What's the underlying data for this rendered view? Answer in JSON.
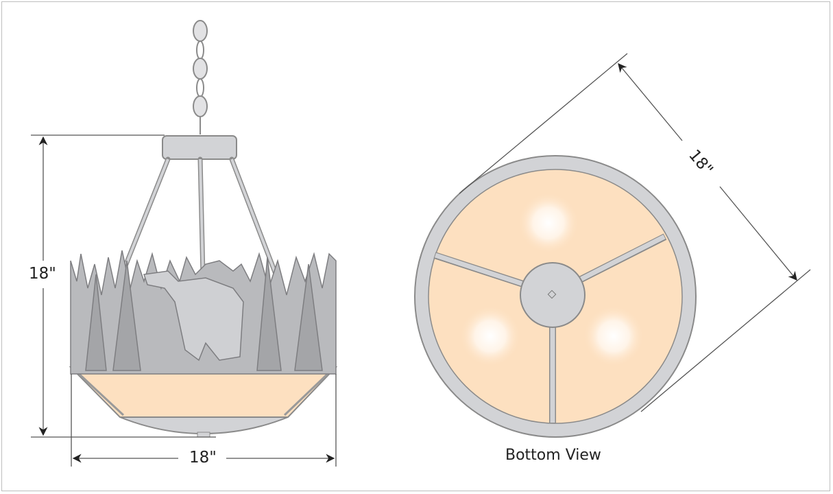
{
  "dimensions": {
    "height_label": "18\"",
    "width_label": "18\"",
    "diameter_label": "18\""
  },
  "views": {
    "bottom_view_label": "Bottom View"
  },
  "colors": {
    "shade": "#fde0c0",
    "metal": "#d2d3d6",
    "outline": "#8a8a8a",
    "dimension_line": "#555555"
  }
}
